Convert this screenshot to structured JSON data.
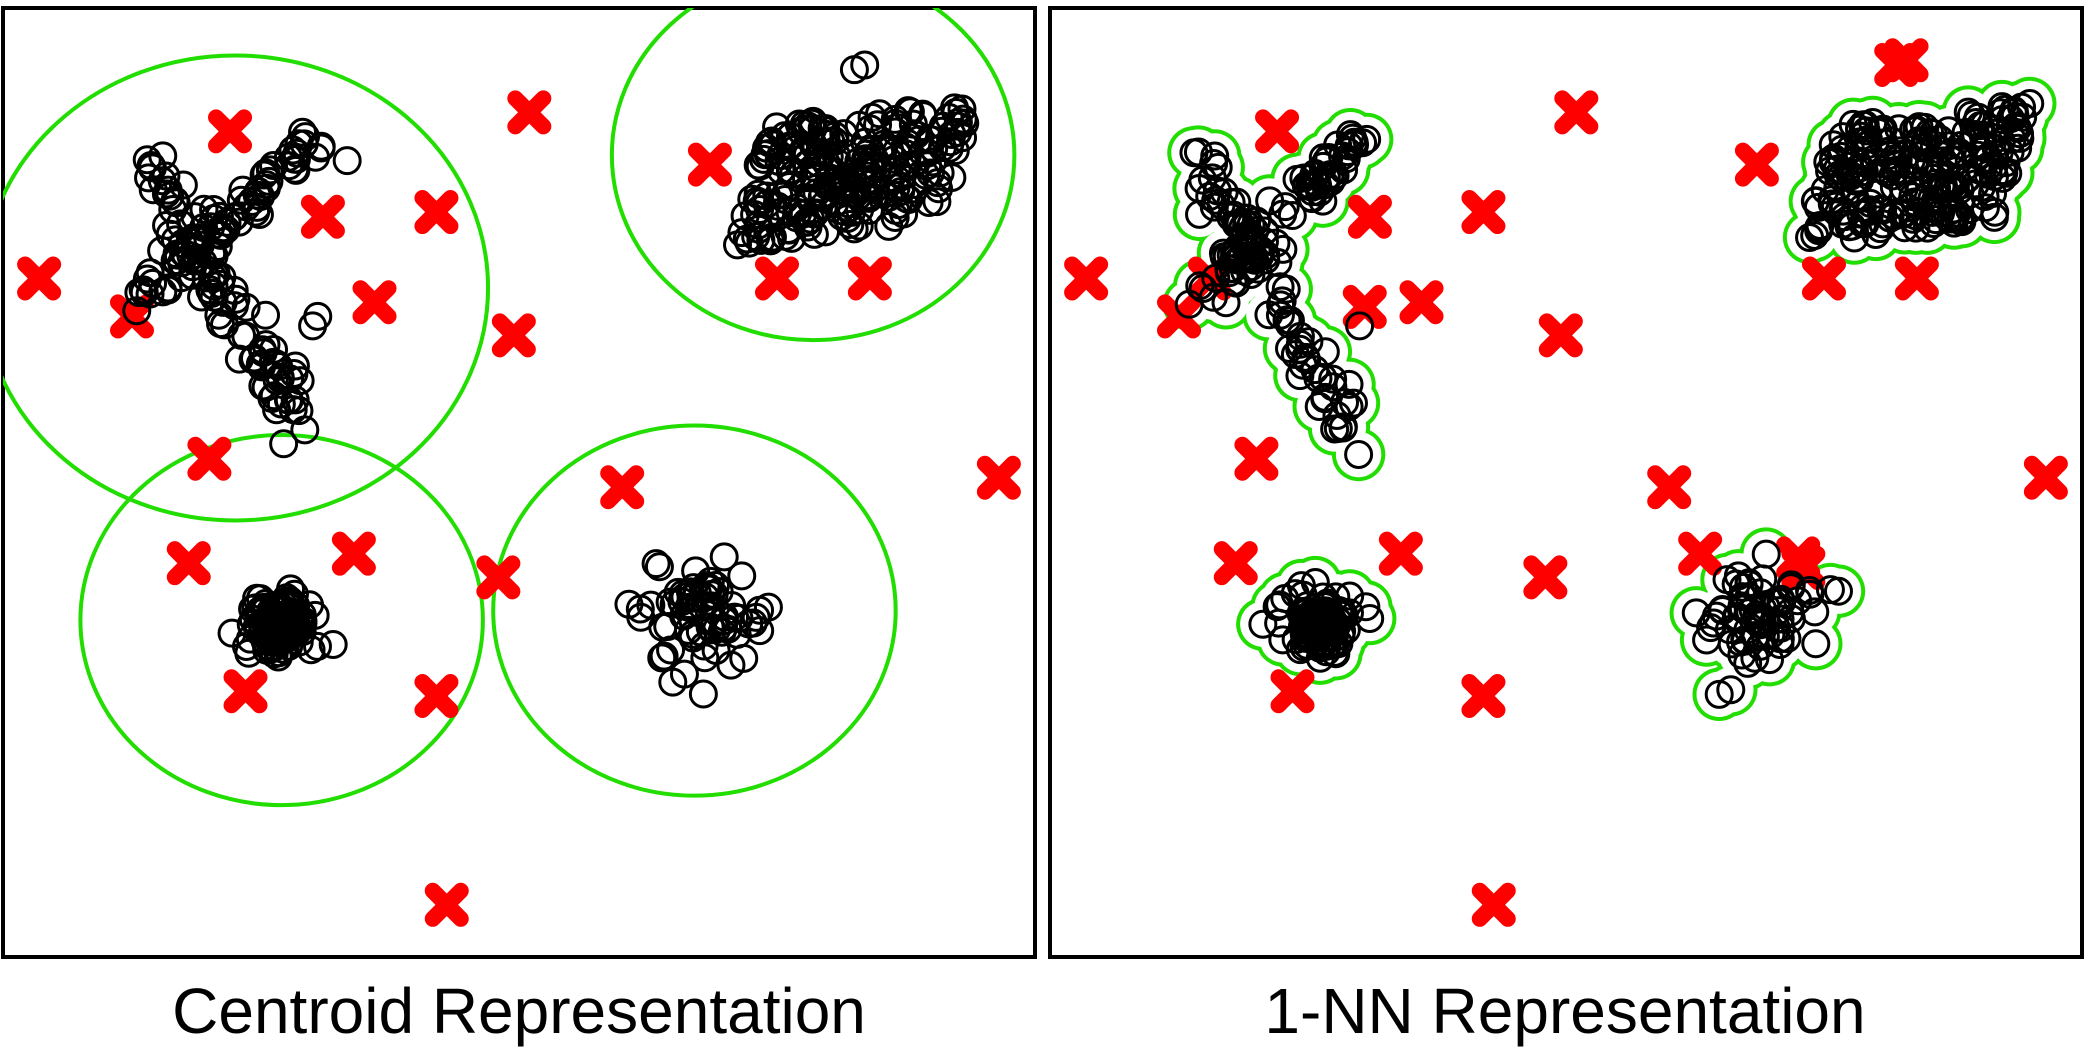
{
  "colors": {
    "cluster_marker": "#000000",
    "outlier_marker": "#ff0000",
    "boundary": "#22dd00",
    "frame": "#000000",
    "background": "#ffffff"
  },
  "chart_data": [
    {
      "type": "scatter",
      "title": "Centroid Representation",
      "representation": "centroid",
      "xlim": [
        0,
        100
      ],
      "ylim": [
        0,
        100
      ],
      "grid": false,
      "axis_ticks": false,
      "legend": "none",
      "clusters": [
        {
          "shape": "x-cross",
          "marker": "circle",
          "count": 160,
          "arm1": [
            [
              14,
              70
            ],
            [
              30,
              86
            ]
          ],
          "arm2": [
            [
              14,
              84
            ],
            [
              29,
              55
            ]
          ],
          "spread": 1.0
        },
        {
          "shape": "parallelogram",
          "marker": "circle",
          "count": 230,
          "corners": [
            [
              74,
              87.5
            ],
            [
              94,
              90
            ],
            [
              88,
              76
            ],
            [
              71,
              75
            ]
          ]
        },
        {
          "shape": "gaussian-blob",
          "marker": "circle",
          "count": 120,
          "center": [
            27,
            35
          ],
          "sd": [
            1.6,
            1.5
          ]
        },
        {
          "shape": "gaussian-blob",
          "marker": "circle",
          "count": 70,
          "center": [
            68,
            36
          ],
          "sd": [
            3.0,
            3.2
          ]
        }
      ],
      "extra_points": [
        [
          82.5,
          93.5
        ],
        [
          83.5,
          94
        ],
        [
          16,
          70.5
        ],
        [
          30,
          66.5
        ],
        [
          30.5,
          67.5
        ]
      ],
      "outliers": [
        [
          22,
          87
        ],
        [
          51,
          89
        ],
        [
          31,
          78
        ],
        [
          42,
          78.5
        ],
        [
          3.5,
          71.5
        ],
        [
          12.5,
          67.5
        ],
        [
          36,
          69
        ],
        [
          49.5,
          65.5
        ],
        [
          20,
          52.5
        ],
        [
          60,
          49.5
        ],
        [
          96.5,
          50.5
        ],
        [
          18,
          41.5
        ],
        [
          34,
          42.5
        ],
        [
          48,
          40
        ],
        [
          23.5,
          28
        ],
        [
          42,
          27.5
        ],
        [
          43,
          5.5
        ],
        [
          68.5,
          83.5
        ],
        [
          75,
          71.5
        ],
        [
          84,
          71.5
        ]
      ],
      "boundaries": [
        {
          "kind": "circle",
          "center": [
            22.5,
            70.5
          ],
          "r": 24.5
        },
        {
          "kind": "circle",
          "center": [
            27,
            35.5
          ],
          "r": 19.5
        },
        {
          "kind": "circle",
          "center": [
            67,
            36.5
          ],
          "r": 19.5
        },
        {
          "kind": "circle",
          "center": [
            78.5,
            84.5
          ],
          "r": 19.5
        }
      ]
    },
    {
      "type": "scatter",
      "title": "1-NN Representation",
      "representation": "1-nn",
      "xlim": [
        0,
        100
      ],
      "ylim": [
        0,
        100
      ],
      "grid": false,
      "axis_ticks": false,
      "legend": "none",
      "clusters": [
        {
          "shape": "x-cross",
          "marker": "circle",
          "count": 160,
          "arm1": [
            [
              15,
              70
            ],
            [
              30,
              86
            ]
          ],
          "arm2": [
            [
              15,
              84
            ],
            [
              29,
              55
            ]
          ],
          "spread": 1.0
        },
        {
          "shape": "parallelogram",
          "marker": "circle",
          "count": 230,
          "corners": [
            [
              76,
              87.5
            ],
            [
              95,
              90
            ],
            [
              89,
              76
            ],
            [
              73,
              75
            ]
          ]
        },
        {
          "shape": "gaussian-blob",
          "marker": "circle",
          "count": 120,
          "center": [
            26,
            35
          ],
          "sd": [
            1.6,
            1.5
          ]
        },
        {
          "shape": "gaussian-blob",
          "marker": "circle",
          "count": 70,
          "center": [
            68.5,
            36
          ],
          "sd": [
            3.0,
            3.2
          ]
        }
      ],
      "extra_points": [
        [
          30,
          66.5
        ]
      ],
      "outliers": [
        [
          22,
          87
        ],
        [
          51,
          89
        ],
        [
          31,
          78
        ],
        [
          42,
          78.5
        ],
        [
          3.5,
          71.5
        ],
        [
          12.5,
          67.5
        ],
        [
          36,
          69
        ],
        [
          49.5,
          65.5
        ],
        [
          20,
          52.5
        ],
        [
          60,
          49.5
        ],
        [
          96.5,
          50.5
        ],
        [
          18,
          41.5
        ],
        [
          34,
          42.5
        ],
        [
          48,
          40
        ],
        [
          23.5,
          28
        ],
        [
          42,
          27.5
        ],
        [
          43,
          5.5
        ],
        [
          68.5,
          83.5
        ],
        [
          75,
          71.5
        ],
        [
          84,
          71.5
        ],
        [
          82,
          94
        ],
        [
          83,
          94.5
        ],
        [
          15.5,
          71.5
        ],
        [
          30.5,
          68.5
        ],
        [
          63,
          42.5
        ],
        [
          72.5,
          42
        ],
        [
          73,
          41
        ]
      ],
      "boundaries": [
        {
          "kind": "hull-of-points",
          "offset": 2.2
        }
      ]
    }
  ]
}
